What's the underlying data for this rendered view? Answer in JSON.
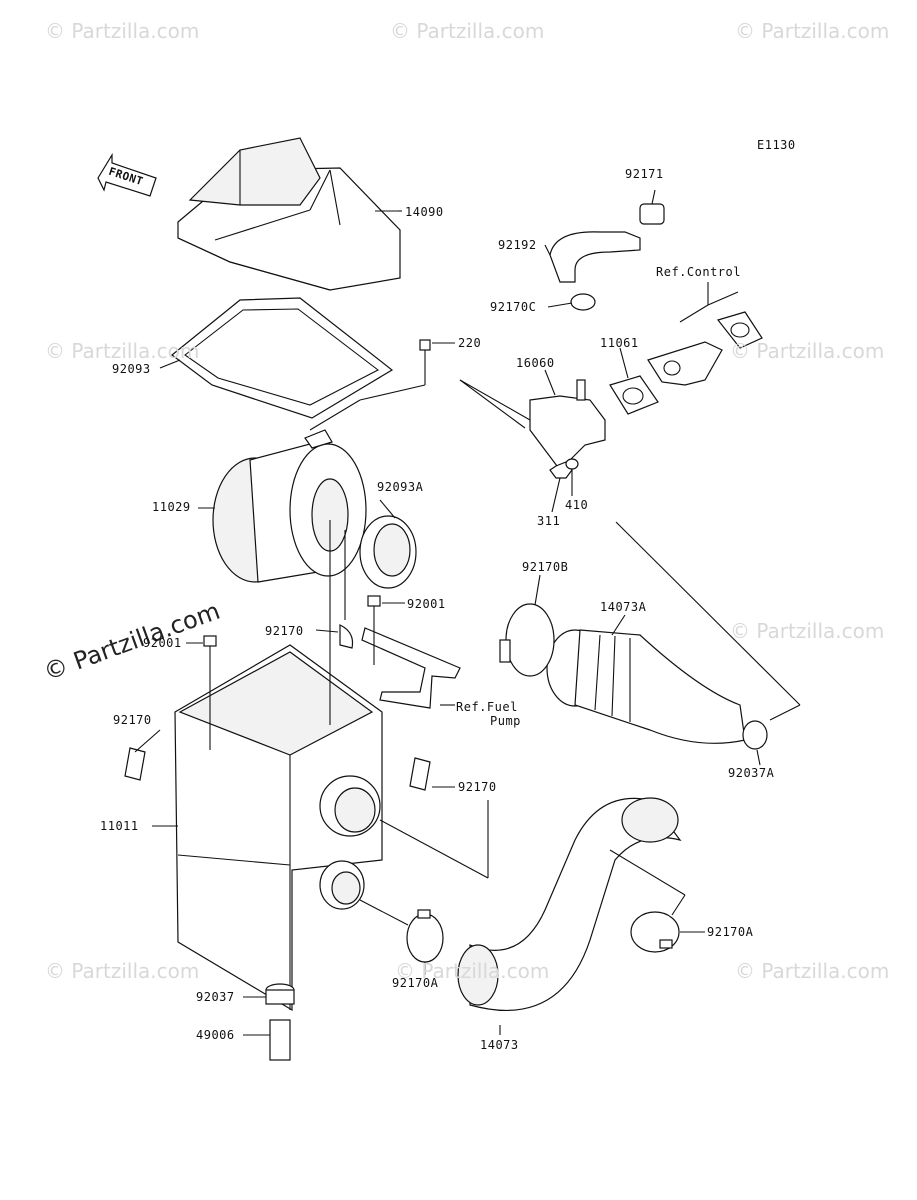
{
  "diagram_code": "E1130",
  "front_label": "FRONT",
  "watermark": "© Partzilla.com",
  "labels": {
    "p14090": "14090",
    "p92093": "92093",
    "p220": "220",
    "p11029": "11029",
    "p92093A": "92093A",
    "p92001a": "92001",
    "p92001b": "92001",
    "p92170a": "92170",
    "p92170b": "92170",
    "p92170c": "92170",
    "p11011": "11011",
    "p92037": "92037",
    "p49006": "49006",
    "p92170A_a": "92170A",
    "p92170A_b": "92170A",
    "p14073": "14073",
    "p92171": "92171",
    "p92192": "92192",
    "p92170C": "92170C",
    "p16060": "16060",
    "p11061": "11061",
    "ref_control": "Ref.Control",
    "p311": "311",
    "p410": "410",
    "p92170B": "92170B",
    "p14073A": "14073A",
    "p92037A": "92037A",
    "ref_fuel_1": "Ref.Fuel",
    "ref_fuel_2": "Pump"
  }
}
